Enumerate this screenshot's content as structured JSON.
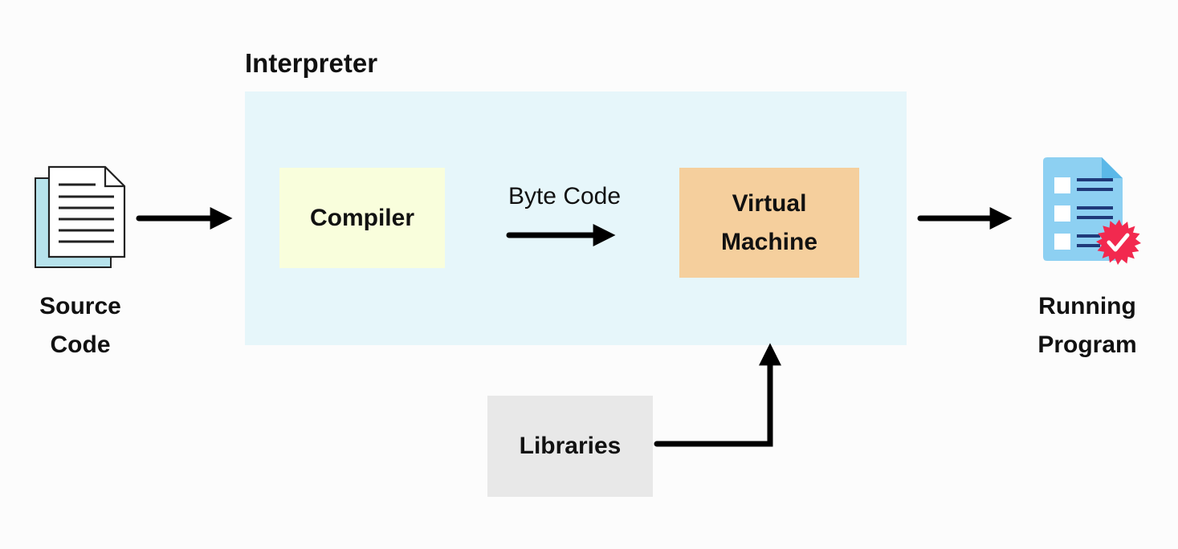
{
  "diagram": {
    "title": "Interpreter",
    "source": {
      "line1": "Source",
      "line2": "Code"
    },
    "compiler": "Compiler",
    "byte_code": "Byte Code",
    "virtual_machine": {
      "line1": "Virtual",
      "line2": "Machine"
    },
    "libraries": "Libraries",
    "output": {
      "line1": "Running",
      "line2": "Program"
    }
  },
  "colors": {
    "interpreter_bg": "#e6f6fa",
    "compiler_bg": "#f9fedc",
    "vm_bg": "#f5cf9d",
    "libraries_bg": "#e8e8e8",
    "doc_front": "#ffffff",
    "doc_back": "#b7e3ec",
    "program_doc": "#8dd0f2",
    "badge": "#f2294f",
    "arrow": "#000000"
  }
}
